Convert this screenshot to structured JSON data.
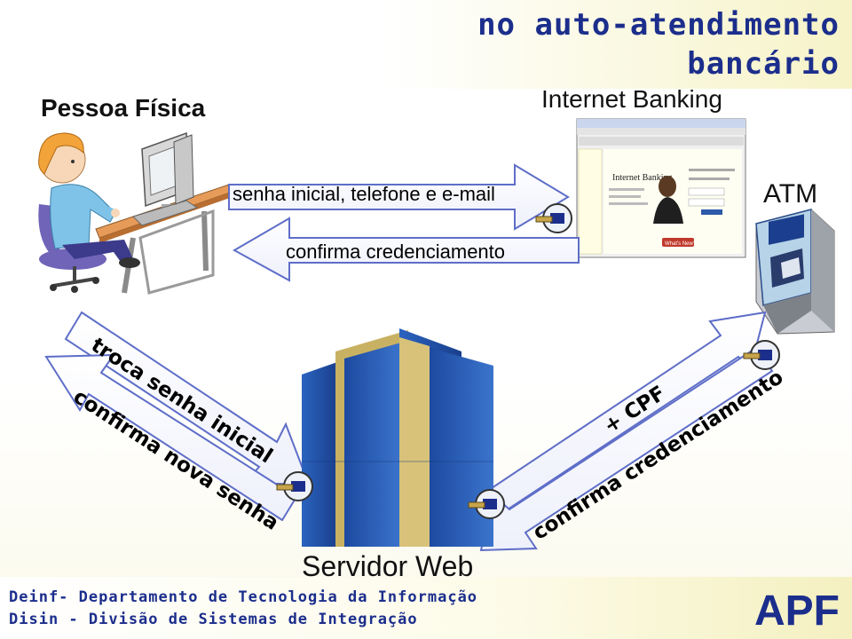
{
  "title": {
    "line1": "no auto-atendimento",
    "line2": "bancário"
  },
  "labels": {
    "pessoa_fisica": "Pessoa Física",
    "internet_banking": "Internet Banking",
    "atm": "ATM",
    "servidor_web": "Servidor Web"
  },
  "arrows": {
    "top_right": "senha inicial, telefone e e-mail",
    "top_left": "confirma credenciamento",
    "left_down": "troca senha inicial",
    "left_up": "confirma nova senha",
    "right_cpf": "+ CPF",
    "right_confirma": "confirma credenciamento"
  },
  "screenshot": {
    "heading": "Internet Banking",
    "button": "What's New?"
  },
  "footer": {
    "line1": "Deinf- Departamento de Tecnologia da Informação",
    "line2": "Disin - Divisão de Sistemas de Integração",
    "logo": "APF"
  },
  "colors": {
    "title_blue": "#1c2e8c",
    "arrow_fill": "#ffffff",
    "arrow_stroke": "#5e6ec8",
    "building_blue": "#2a5bb0",
    "building_gold": "#c9b163"
  }
}
